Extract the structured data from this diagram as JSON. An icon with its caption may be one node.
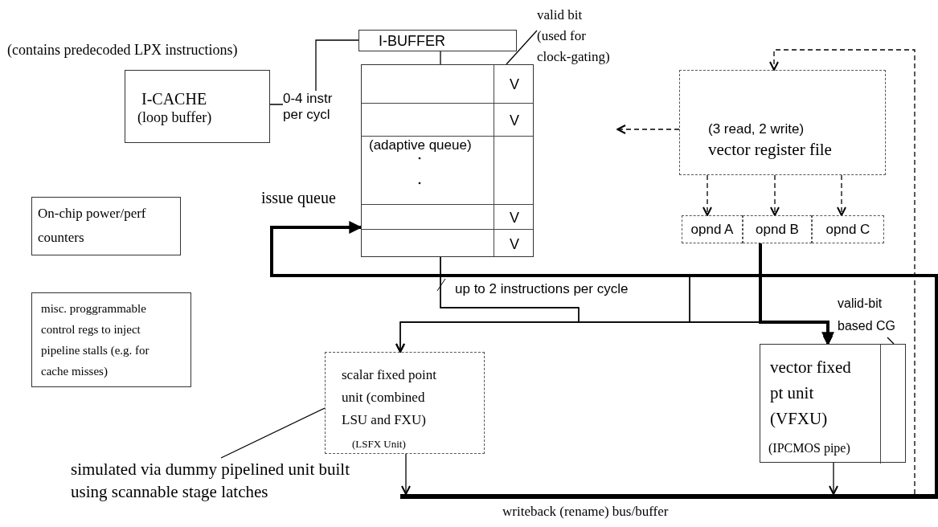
{
  "diagram": {
    "nodes": [
      {
        "text": [
          "I-CACHE",
          "(loop buffer)"
        ],
        "beside": [
          "(contains predecoded LPX instructions)"
        ]
      },
      {
        "text": [
          "I-BUFFER"
        ]
      },
      {
        "text": [
          "(adaptive queue)"
        ],
        "beside": [
          "issue queue"
        ]
      },
      {
        "text": [
          "V"
        ],
        "in": 2
      },
      {
        "text": [
          "V"
        ],
        "in": 2
      },
      {
        "text": [
          "V"
        ],
        "in": 2
      },
      {
        "text": [
          "V"
        ],
        "in": 2
      },
      {
        "text": [
          "valid bit (used for clock-gating)"
        ]
      },
      {
        "text": [
          "(3 read, 2 write)",
          "vector register file"
        ]
      },
      {
        "text": [
          "opnd A"
        ]
      },
      {
        "text": [
          "opnd B"
        ]
      },
      {
        "text": [
          "opnd C"
        ]
      },
      {
        "text": [
          "On-chip power/perf counters"
        ]
      },
      {
        "text": [
          "misc. proggrammable control regs to inject pipeline stalls (e.g. for cache misses)"
        ]
      },
      {
        "text": [
          "scalar fixed point unit (combined LSU and FXU)",
          "(LSFX Unit)"
        ]
      },
      {
        "text": [
          "vector fixed pt unit (VFXU)",
          "(IPCMOS pipe)"
        ]
      },
      {
        "text": [],
        "shape": "bar",
        "in": 15
      },
      {
        "text": [
          "valid-bit based CG"
        ]
      },
      {
        "text": [
          "simulated via dummy pipelined unit built using scannable stage latches"
        ]
      },
      {
        "text": [
          "writeback (rename) bus/buffer"
        ]
      }
    ],
    "edges": [
      {
        "from": 0,
        "to": 1,
        "arrow": "none",
        "label": "0-4 instr per cycl"
      },
      {
        "from": 1,
        "to": 2,
        "arrow": "none"
      },
      {
        "from": 7,
        "to": 3,
        "arrow": "none"
      },
      {
        "from": 19,
        "to": 8,
        "arrow": "to",
        "style": "dashed"
      },
      {
        "from": 8,
        "to": null,
        "arrow": "to",
        "style": "dashed"
      },
      {
        "from": 8,
        "to": 9,
        "arrow": "to",
        "style": "dashed"
      },
      {
        "from": 8,
        "to": 10,
        "arrow": "to",
        "style": "dashed"
      },
      {
        "from": 8,
        "to": 11,
        "arrow": "to",
        "style": "dashed"
      },
      {
        "from": 19,
        "to": 2,
        "arrow": "to",
        "style": "thick"
      },
      {
        "from": 2,
        "to": 14,
        "arrow": "to",
        "label": "up to 2 instructions per cycle"
      },
      {
        "from": 2,
        "to": 15,
        "arrow": "to"
      },
      {
        "from": 19,
        "to": 14,
        "arrow": "to"
      },
      {
        "from": 19,
        "to": 15,
        "arrow": "to"
      },
      {
        "from": 10,
        "to": 15,
        "arrow": "to",
        "style": "thick"
      },
      {
        "from": 14,
        "to": 19,
        "arrow": "to"
      },
      {
        "from": 15,
        "to": 19,
        "arrow": "to"
      },
      {
        "from": 17,
        "to": 16,
        "arrow": "none"
      },
      {
        "from": 18,
        "to": 14,
        "arrow": "none"
      }
    ]
  }
}
